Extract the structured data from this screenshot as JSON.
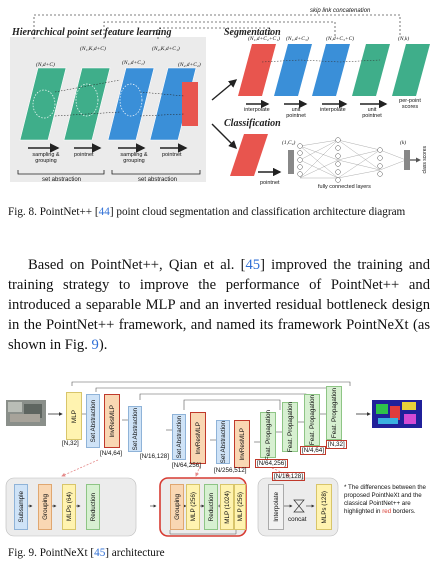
{
  "fig8": {
    "title_left": "Hierarchical point set feature learning",
    "skip_label": "skip link concatenation",
    "segmentation_title": "Segmentation",
    "classification_title": "Classification",
    "dims": {
      "n_d_c": "(N,d+C)",
      "n1_k_d_c": "(N₁,K,d+C)",
      "n1_d_c1": "(N₁,d+C₁)",
      "n2_k_d_c1": "(N₂,K,d+C₁)",
      "n2_d_c2": "(N₂,d+C₂)",
      "seg1": "(N₁,d+C₂+C₁)",
      "seg2": "(N₁,d+C₃)",
      "seg3": "(N,d+C₃+C)",
      "seg4": "(N,k)",
      "cls1": "(1,C₄)",
      "cls2": "(k)"
    },
    "ops": {
      "sampling_grouping_1": "sampling &\ngrouping",
      "pointnet_1": "pointnet",
      "sampling_grouping_2": "sampling &\ngrouping",
      "pointnet_2": "pointnet",
      "interpolate_1": "interpolate",
      "unit_pointnet_1": "unit\npointnet",
      "interpolate_2": "interpolate",
      "unit_pointnet_2": "unit\npointnet",
      "per_point_scores": "per-point\nscores",
      "cls_pointnet": "pointnet",
      "fully_connected": "fully connected layers",
      "class_scores": "class scores"
    },
    "set_abstraction_1": "set abstraction",
    "set_abstraction_2": "set abstraction",
    "caption_prefix": "Fig. 8.  PointNet++ [",
    "caption_ref": "44",
    "caption_suffix": "] point cloud segmentation and classification architecture diagram"
  },
  "paragraph": {
    "text_1": "Based on PointNet++, Qian et al. [",
    "ref_1": "45",
    "text_2": "] improved the training and training strategy to improve the performance of PointNet++ and introduced a separable MLP and an inverted residual bottleneck design in the PointNet++ framework, and named its framework PointNeXt (as shown in Fig. ",
    "ref_2": "9",
    "text_3": ")."
  },
  "fig9": {
    "top_blocks": [
      "MLP",
      "Set Abstraction",
      "InvResMLP",
      "Set Abstraction",
      "Set Abstraction",
      "InvResMLP",
      "Set Abstraction",
      "InvResMLP",
      "Feat. Propagation",
      "Feat. Propagation",
      "Feat. Propagation",
      "Feat. Propagation"
    ],
    "top_dims": [
      "[N,32]",
      "[N/4,64]",
      "[N/16,128]",
      "[N/64,256]",
      "[N/256,512]",
      "[N/64,256]",
      "[N/16,128]",
      "[N/4,64]",
      "[N,32]"
    ],
    "sa_detail": [
      "Subsample",
      "Grouping",
      "MLPs (64)",
      "Reduction"
    ],
    "inv_detail": [
      "Grouping",
      "MLP (256)",
      "Reduction",
      "MLP (1024)",
      "MLP (256)"
    ],
    "fp_detail": [
      "Interpolate",
      "concat",
      "MLPs (128)"
    ],
    "note_1": "* The differences between the proposed PointNeXt and the classical PointNet++ are highlighted in ",
    "note_red": "red",
    "note_2": " borders.",
    "caption_prefix": "Fig. 9.  PointNeXt [",
    "caption_ref": "45",
    "caption_suffix": "] architecture"
  },
  "colors": {
    "green": "#3fae8a",
    "blue": "#3a8fd8",
    "red": "#e8554e",
    "dark_red": "#c0392b",
    "yellow": "#fff3b0",
    "light_blue": "#cfe3f7",
    "light_orange": "#f9d7b3",
    "light_green": "#d7f0d1",
    "link": "#2f6fd6"
  }
}
